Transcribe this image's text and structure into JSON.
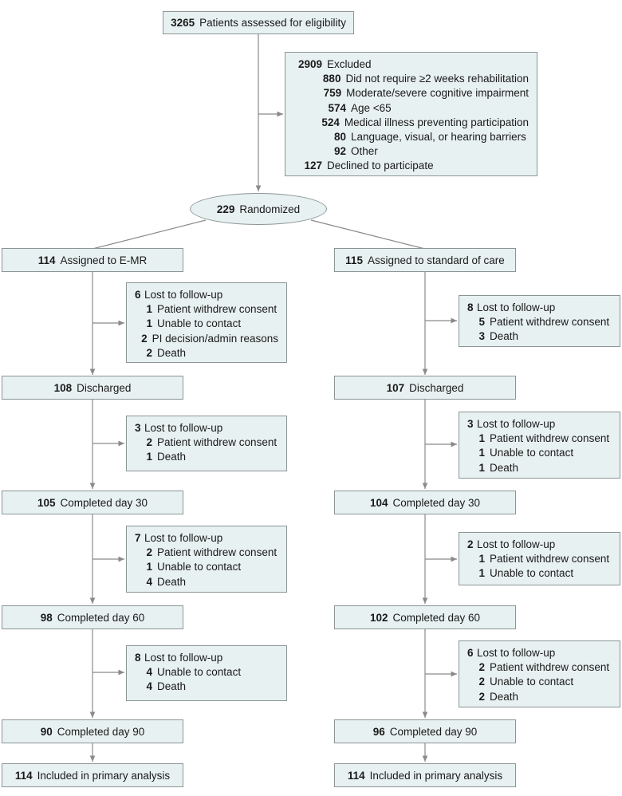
{
  "assessed": {
    "n": "3265",
    "label": "Patients assessed for eligibility"
  },
  "excluded": {
    "n": "2909",
    "label": "Excluded",
    "reasons": [
      {
        "n": "880",
        "label": "Did not require ≥2 weeks rehabilitation"
      },
      {
        "n": "759",
        "label": "Moderate/severe cognitive impairment"
      },
      {
        "n": "574",
        "label": "Age <65"
      },
      {
        "n": "524",
        "label": "Medical illness preventing participation"
      },
      {
        "n": "80",
        "label": "Language, visual, or hearing barriers"
      },
      {
        "n": "92",
        "label": "Other"
      }
    ],
    "declined": {
      "n": "127",
      "label": "Declined to participate"
    }
  },
  "randomized": {
    "n": "229",
    "label": "Randomized"
  },
  "left": {
    "assigned": {
      "n": "114",
      "label": "Assigned to E-MR"
    },
    "loss1": {
      "n": "6",
      "label": "Lost to follow-up",
      "items": [
        {
          "n": "1",
          "label": "Patient withdrew consent"
        },
        {
          "n": "1",
          "label": "Unable to contact"
        },
        {
          "n": "2",
          "label": "PI decision/admin reasons"
        },
        {
          "n": "2",
          "label": "Death"
        }
      ]
    },
    "discharged": {
      "n": "108",
      "label": "Discharged"
    },
    "loss2": {
      "n": "3",
      "label": "Lost to follow-up",
      "items": [
        {
          "n": "2",
          "label": "Patient withdrew consent"
        },
        {
          "n": "1",
          "label": "Death"
        }
      ]
    },
    "day30": {
      "n": "105",
      "label": "Completed day 30"
    },
    "loss3": {
      "n": "7",
      "label": "Lost to follow-up",
      "items": [
        {
          "n": "2",
          "label": "Patient withdrew consent"
        },
        {
          "n": "1",
          "label": "Unable to contact"
        },
        {
          "n": "4",
          "label": "Death"
        }
      ]
    },
    "day60": {
      "n": "98",
      "label": "Completed day 60"
    },
    "loss4": {
      "n": "8",
      "label": "Lost to follow-up",
      "items": [
        {
          "n": "4",
          "label": "Unable to contact"
        },
        {
          "n": "4",
          "label": "Death"
        }
      ]
    },
    "day90": {
      "n": "90",
      "label": "Completed day 90"
    },
    "analysis": {
      "n": "114",
      "label": "Included in primary analysis"
    }
  },
  "right": {
    "assigned": {
      "n": "115",
      "label": "Assigned to standard of care"
    },
    "loss1": {
      "n": "8",
      "label": "Lost to follow-up",
      "items": [
        {
          "n": "5",
          "label": "Patient withdrew consent"
        },
        {
          "n": "3",
          "label": "Death"
        }
      ]
    },
    "discharged": {
      "n": "107",
      "label": "Discharged"
    },
    "loss2": {
      "n": "3",
      "label": "Lost to follow-up",
      "items": [
        {
          "n": "1",
          "label": "Patient withdrew consent"
        },
        {
          "n": "1",
          "label": "Unable to contact"
        },
        {
          "n": "1",
          "label": "Death"
        }
      ]
    },
    "day30": {
      "n": "104",
      "label": "Completed day 30"
    },
    "loss3": {
      "n": "2",
      "label": "Lost to follow-up",
      "items": [
        {
          "n": "1",
          "label": "Patient withdrew consent"
        },
        {
          "n": "1",
          "label": "Unable to contact"
        }
      ]
    },
    "day60": {
      "n": "102",
      "label": "Completed day 60"
    },
    "loss4": {
      "n": "6",
      "label": "Lost to follow-up",
      "items": [
        {
          "n": "2",
          "label": "Patient withdrew consent"
        },
        {
          "n": "2",
          "label": "Unable to contact"
        },
        {
          "n": "2",
          "label": "Death"
        }
      ]
    },
    "day90": {
      "n": "96",
      "label": "Completed day 90"
    },
    "analysis": {
      "n": "114",
      "label": "Included in primary analysis"
    }
  }
}
